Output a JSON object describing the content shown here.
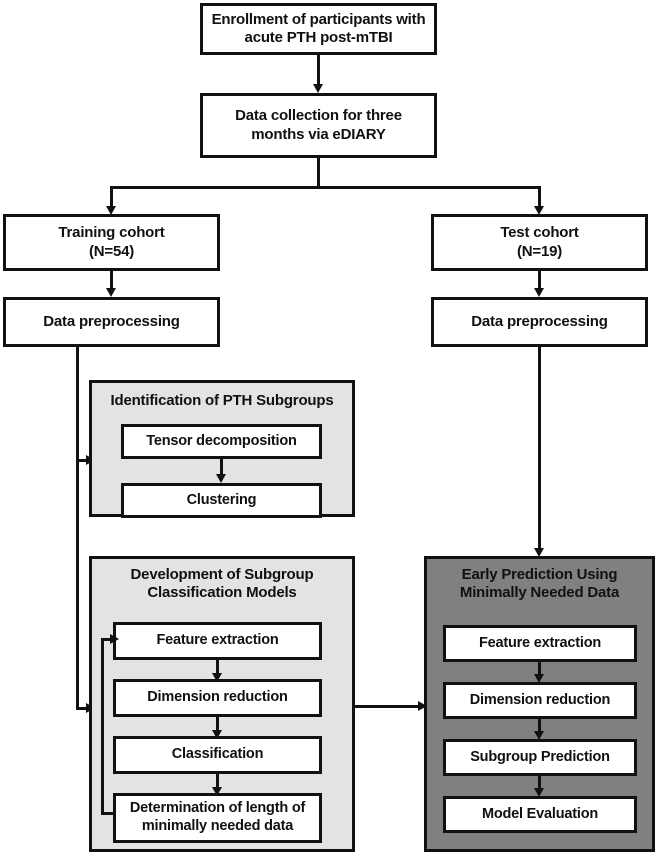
{
  "diagram": {
    "title": "Study workflow flowchart",
    "colors": {
      "line": "#111111",
      "light_panel": "#e3e3e3",
      "dark_panel": "#808080",
      "box_fill": "#ffffff"
    },
    "nodes": {
      "enrollment": "Enrollment of participants with acute PTH post-mTBI",
      "data_collection": "Data collection for three months via eDIARY",
      "training_cohort": "Training cohort (N=54)",
      "training_cohort_line1": "Training cohort",
      "training_cohort_line2": "(N=54)",
      "test_cohort_line1": "Test cohort",
      "test_cohort_line2": "(N=19)",
      "preprocessing_left": "Data preprocessing",
      "preprocessing_right": "Data preprocessing",
      "tensor_decomposition": "Tensor decomposition",
      "clustering": "Clustering",
      "feature_extraction_left": "Feature extraction",
      "dimension_reduction_left": "Dimension reduction",
      "classification": "Classification",
      "determination_line1": "Determination of length of",
      "determination_line2": "minimally needed data",
      "feature_extraction_right": "Feature extraction",
      "dimension_reduction_right": "Dimension reduction",
      "subgroup_prediction": "Subgroup Prediction",
      "model_evaluation": "Model Evaluation"
    },
    "panels": {
      "identification_title": "Identification of PTH Subgroups",
      "development_title_line1": "Development of Subgroup",
      "development_title_line2": "Classification Models",
      "early_prediction_title_line1": "Early Prediction Using",
      "early_prediction_title_line2": "Minimally Needed Data"
    },
    "enrollment_lines": {
      "line1": "Enrollment of participants with",
      "line2": "acute PTH post-mTBI"
    },
    "collection_lines": {
      "line1": "Data collection for three",
      "line2": "months via eDIARY"
    }
  }
}
